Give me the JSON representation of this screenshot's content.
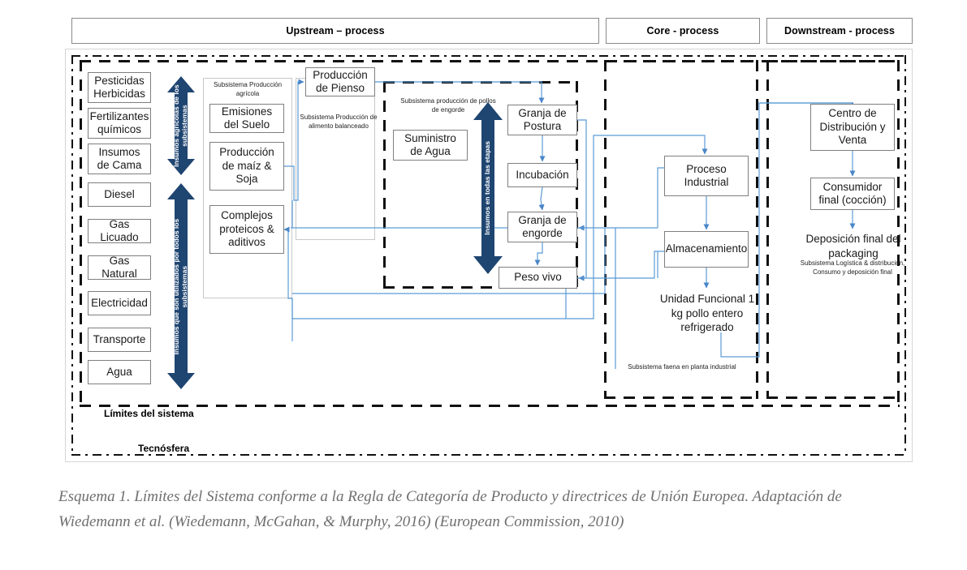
{
  "headers": {
    "upstream": "Upstream – process",
    "core": "Core - process",
    "downstream": "Downstream - process"
  },
  "boundaries": {
    "system_limits": "Límites del sistema",
    "technosphere": "Tecnósfera"
  },
  "inputs": [
    {
      "label": "Pesticidas Herbicidas"
    },
    {
      "label": "Fertilizantes químicos"
    },
    {
      "label": "Insumos de Cama"
    },
    {
      "label": "Diesel"
    },
    {
      "label": "Gas Licuado"
    },
    {
      "label": "Gas Natural"
    },
    {
      "label": "Electricidad"
    },
    {
      "label": "Transporte"
    },
    {
      "label": "Agua"
    }
  ],
  "arrows": [
    {
      "name": "insumos-agricolas",
      "label": "Insumos agrícolas de los subsistemas"
    },
    {
      "name": "insumos-todos",
      "label": "Insumos que son utilizados por todos los subsistemas"
    },
    {
      "name": "insumos-etapas",
      "label": "Insumos en todas las etapas"
    }
  ],
  "subsystems": {
    "agricola": "Subsistema Producción agrícola",
    "alimento": "Subsistema Producción de alimento balanceado",
    "broiler": "Subsistema producción de pollos de engorde",
    "faena": "Subsistema faena en planta industrial",
    "logistica": "Subsistema Logística & distribución, Consumo y deposición final"
  },
  "nodes": {
    "emisiones": "Emisiones del Suelo",
    "maiz": "Producción de maíz & Soja",
    "complejos": "Complejos proteicos & aditivos",
    "pienso": "Producción de Pienso",
    "agua": "Suministro de Agua",
    "postura": "Granja de Postura",
    "incubacion": "Incubación",
    "engorde": "Granja de engorde",
    "peso": "Peso vivo",
    "proceso": "Proceso Industrial",
    "almacenamiento": "Almacenamiento",
    "unidad": "Unidad Funcional 1 kg pollo entero refrigerado",
    "centro": "Centro de Distribución y Venta",
    "consumidor": "Consumidor final (cocción)",
    "deposicion": "Deposición final del packaging"
  },
  "caption": "Esquema 1. Límites del Sistema conforme a la Regla de Categoría de Producto y directrices de Unión Europea. Adaptación de Wiedemann et al. (Wiedemann, McGahan, & Murphy, 2016) (European Commission, 2010)",
  "colors": {
    "arrow_navy": "#1F4571",
    "connector_blue": "#5B9BD5",
    "node_border": "#7F7F7F",
    "boundary_black": "#111111",
    "caption_gray": "#6F6F6F"
  }
}
